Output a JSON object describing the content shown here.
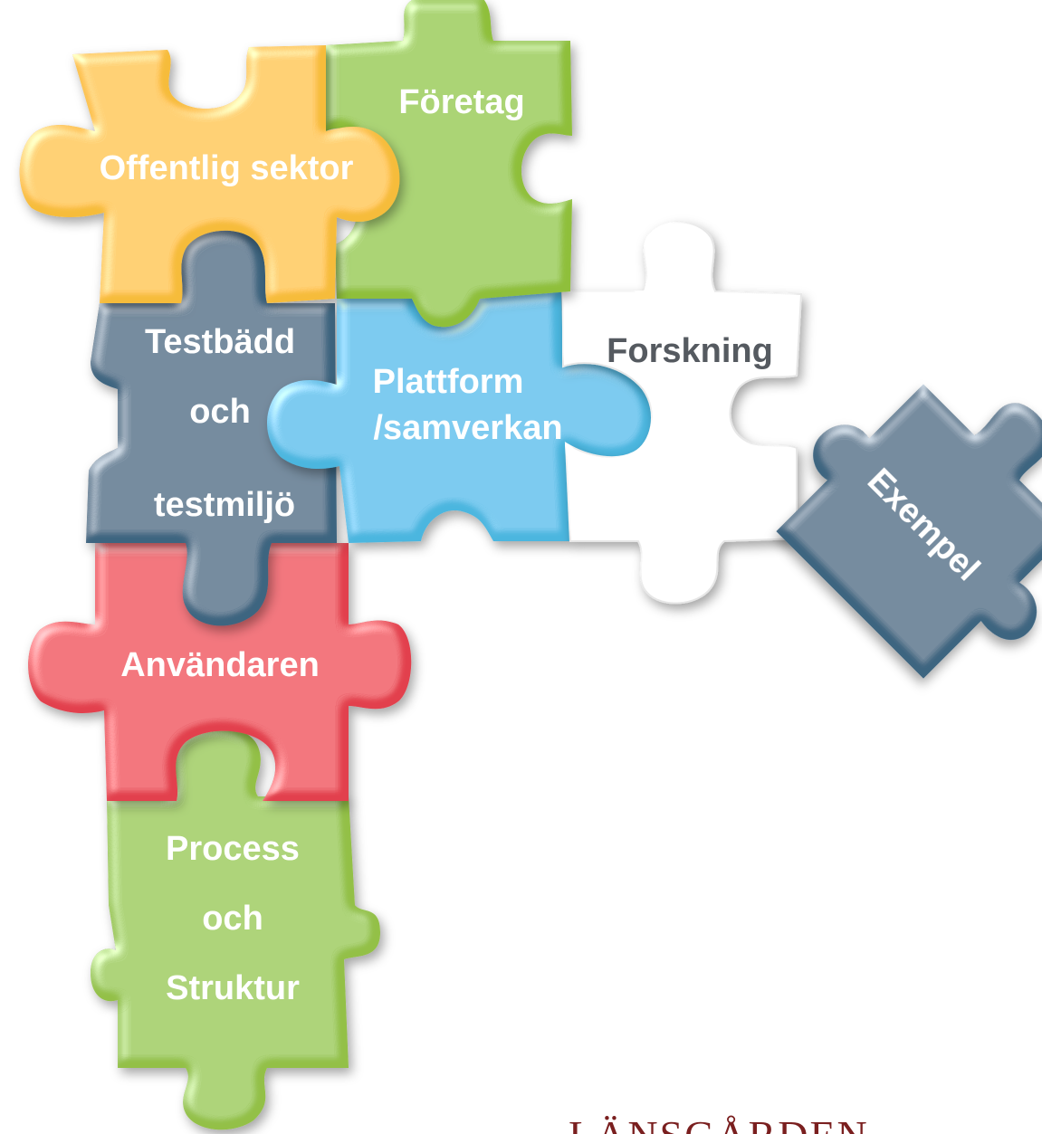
{
  "colors": {
    "yellow": "#f6bc3b",
    "green": "#8fbf3a",
    "teal": "#3e6580",
    "blue": "#4bb6df",
    "white": "#ffffff",
    "red": "#e2414e",
    "light_green": "#93c047",
    "text_light": "#ffffff",
    "text_dark": "#555a60",
    "logo": "#7a1f1f"
  },
  "pieces": {
    "offentlig_sektor": "Offentlig sektor",
    "foretag": "Företag",
    "testbadd_line1": "Testbädd",
    "testbadd_line2": "och",
    "testbadd_line3": "testmiljö",
    "plattform_line1": "Plattform",
    "plattform_line2": "/samverkan",
    "forskning": "Forskning",
    "exempel": "Exempel",
    "anvandaren": "Användaren",
    "process_line1": "Process",
    "process_line2": "och",
    "process_line3": "Struktur"
  },
  "logo": {
    "text": "LÄNSGÅRDEN"
  }
}
